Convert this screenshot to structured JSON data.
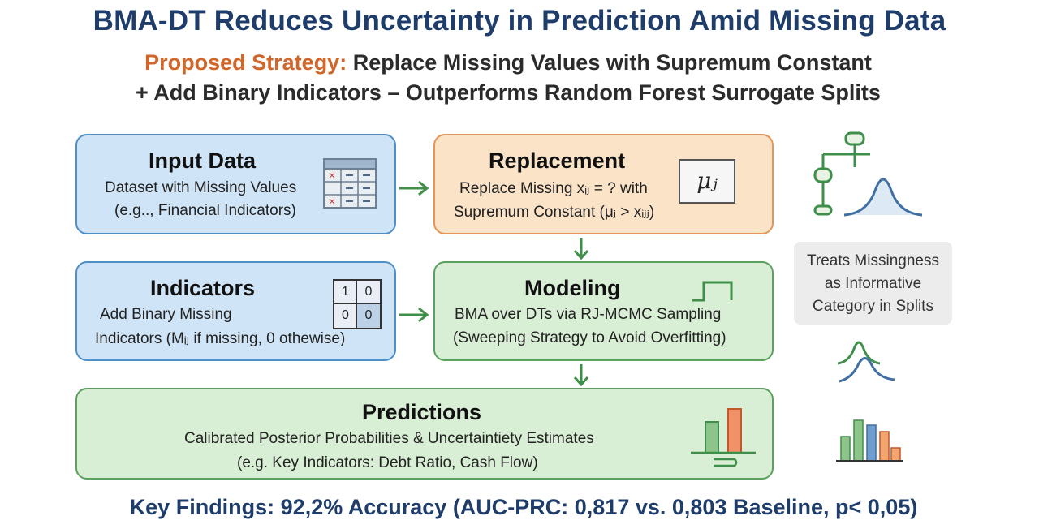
{
  "title": "BMA-DT Reduces Uncertainty in Prediction Amid Missing Data",
  "subtitle": {
    "accent": "Proposed Strategy:",
    "line1_rest": " Replace Missing Values with Supremum Constant",
    "line2": "+ Add Binary Indicators – Outperforms Random Forest Surrogate Splits"
  },
  "boxes": {
    "input": {
      "title": "Input Data",
      "line1": "Dataset with Missing Values",
      "line2": "(e.g.., Financial Indicators)"
    },
    "replacement": {
      "title": "Replacement",
      "line1": "Replace Missing  xᵢⱼ = ? with",
      "line2": "Supremum Constant (μⱼ > xᵢⱼⱼ)",
      "symbol": "μⱼ"
    },
    "indicators": {
      "title": "Indicators",
      "line1": "Add Binary Missing",
      "line2": "Indicators (Mᵢⱼ if missing, 0 othewise)",
      "grid": [
        "1",
        "0",
        "0",
        "0"
      ]
    },
    "modeling": {
      "title": "Modeling",
      "line1": "BMA over DTs via RJ-MCMC Sampling",
      "line2": "(Sweeping Strategy to Avoid Overfitting)"
    },
    "predictions": {
      "title": "Predictions",
      "line1": "Calibrated Posterior Probabilities & Uncertaintiety Estimates",
      "line2": "(e.g. Key Indicators: Debt Ratio, Cash Flow)"
    }
  },
  "side_note": {
    "line1": "Treats Missingness",
    "line2": "as Informative",
    "line3": "Category in Splits"
  },
  "footer": "Key Findings: 92,2% Accuracy (AUC-PRC: 0,817 vs.  0,803 Baseline, p< 0,05)",
  "colors": {
    "title": "#1f3d6b",
    "accent": "#d0662a",
    "blue_box": "#cfe4f6",
    "orange_box": "#fbe3c8",
    "green_box": "#d9efd5",
    "arrow": "#3f8f4a"
  },
  "icons": [
    "table-icon",
    "mu-symbol-icon",
    "binary-grid-icon",
    "step-icon",
    "bar-chart-icon",
    "decision-tree-icon",
    "bell-curve-icon",
    "distribution-icon",
    "histogram-icon"
  ]
}
